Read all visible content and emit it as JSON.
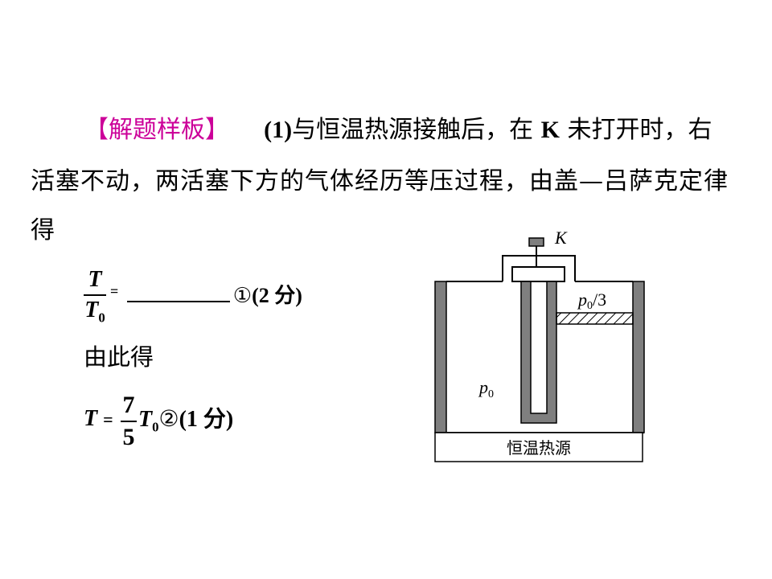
{
  "solution": {
    "tag": "【解题样板】",
    "part_number": "(1)",
    "intro_part1": "与恒温热源接触后，在",
    "k_label": "K",
    "intro_part2": "未打开时，右",
    "line2": "活塞不动，两活塞下方的气体经历等压过程，由盖—吕萨克定律",
    "line3": "得"
  },
  "equation1": {
    "lhs_num": "T",
    "lhs_den": "T",
    "lhs_den_sub": "0",
    "equals": "=",
    "marker": "①",
    "score": "(2 分)"
  },
  "derivation_text": "由此得",
  "equation2": {
    "lhs": "T",
    "equals": "=",
    "frac_num": "7",
    "frac_den": "5",
    "var": "T",
    "var_sub": "0",
    "marker": "②",
    "score": "(1 分)"
  },
  "diagram": {
    "valve_label": "K",
    "upper_pressure": "p",
    "upper_pressure_sub": "0",
    "upper_pressure_suffix": "/3",
    "lower_pressure": "p",
    "lower_pressure_sub": "0",
    "heat_source_label": "恒温热源"
  },
  "colors": {
    "tag": "#cc0099",
    "wall_fill": "#7f7f7f",
    "text": "#000000"
  }
}
